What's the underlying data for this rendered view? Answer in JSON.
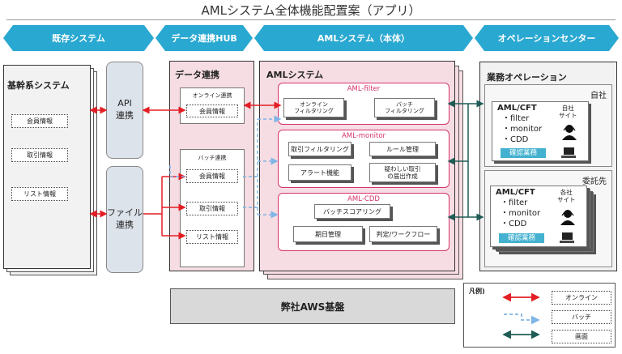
{
  "title": "AMLシステム全体機能配置案（アプリ）",
  "bands": {
    "existing": "既存システム",
    "hub": "データ連携HUB",
    "aml_main": "AMLシステム（本体）",
    "operation": "オペレーションセンター"
  },
  "core_system": {
    "title": "基幹系システム",
    "items": [
      "会員情報",
      "取引情報",
      "リスト情報"
    ]
  },
  "link_blocks": {
    "api": "API\n連携",
    "file": "ファイル\n連携"
  },
  "hub": {
    "title": "データ連携",
    "online_label": "オンライン連携",
    "online_item": "会員情報",
    "batch_label": "バッチ連携",
    "batch_items": [
      "会員情報",
      "取引情報",
      "リスト情報"
    ]
  },
  "aml": {
    "title": "AMLシステム",
    "filter": {
      "title": "AML-filter",
      "items": [
        "オンライン\nフィルタリング",
        "バッチ\nフィルタリング"
      ]
    },
    "monitor": {
      "title": "AML-monitor",
      "items": [
        "取引フィルタリング",
        "ルール管理",
        "アラート機能",
        "疑わしい取引\nの届出作成"
      ]
    },
    "cdd": {
      "title": "AML-CDD",
      "items": [
        "バッチスコアリング",
        "期日管理",
        "判定/ワークフロー"
      ]
    }
  },
  "ops": {
    "title": "業務オペレーション",
    "self": {
      "label": "自社",
      "heading": "AML/CFT",
      "features": [
        "・filter",
        "・monitor",
        "・CDD"
      ],
      "site": "自社\nサイト",
      "confirm": "確認業務"
    },
    "outsourced": {
      "label": "委託先",
      "heading": "AML/CFT",
      "features": [
        "・filter",
        "・monitor",
        "・CDD"
      ],
      "site": "各社\nサイト",
      "confirm": "確認業務"
    }
  },
  "aws": "弊社AWS基盤",
  "legend": {
    "title": "凡例)",
    "items": [
      "オンライン",
      "バッチ",
      "画面"
    ]
  },
  "colors": {
    "band": "#29a8d1",
    "online": "#e31e24",
    "batch": "#7fb5e6",
    "screen": "#1f5c55",
    "accent": "#d6336c"
  }
}
